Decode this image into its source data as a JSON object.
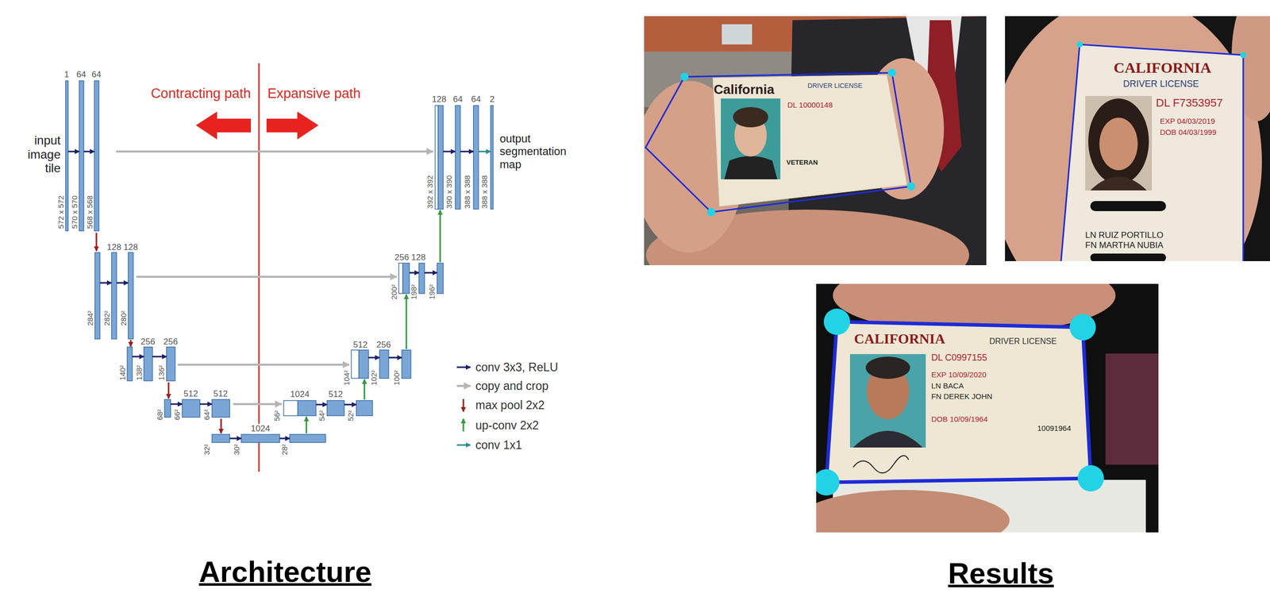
{
  "diagram": {
    "labels": [
      "Contracting path",
      "Expansive path",
      "input image tile",
      "1",
      "64",
      "64",
      "572 x 572",
      "570 x 570",
      "568 x 568",
      "128",
      "128",
      "284²",
      "282²",
      "280²",
      "256",
      "256",
      "140²",
      "138²",
      "136²",
      "512",
      "512",
      "68²",
      "66²",
      "64²",
      "1024",
      "32²",
      "30²",
      "28²",
      "1024",
      "512",
      "56²",
      "54²",
      "52²",
      "512",
      "256",
      "104²",
      "102²",
      "100²",
      "256",
      "128",
      "200²",
      "198²",
      "196²",
      "128",
      "64",
      "64",
      "2",
      "392 x 392",
      "390 x 390",
      "388 x 388",
      "388 x 388",
      "output segmentation map",
      "Architecture",
      "Results",
      "California",
      "DRIVER LICENSE",
      "DL 10000148",
      "VETERAN",
      "CALIFORNIA",
      "DRIVER LICENSE",
      "DL F7353957",
      "EXP 04/03/2019",
      "DOB 04/03/1999",
      "LN RUIZ PORTILLO",
      "FN MARTHA NUBIA",
      "CALIFORNIA",
      "DRIVER LICENSE",
      "DL C0997155",
      "EXP 10/09/2020",
      "LN BACA",
      "FN DEREK JOHN",
      "DOB 10/09/1964",
      "10091964"
    ],
    "legend": [
      {
        "text": "conv 3x3, ReLU"
      },
      {
        "text": "copy and crop"
      },
      {
        "text": "max pool 2x2"
      },
      {
        "text": "up-conv 2x2"
      },
      {
        "text": "conv 1x1"
      }
    ]
  }
}
